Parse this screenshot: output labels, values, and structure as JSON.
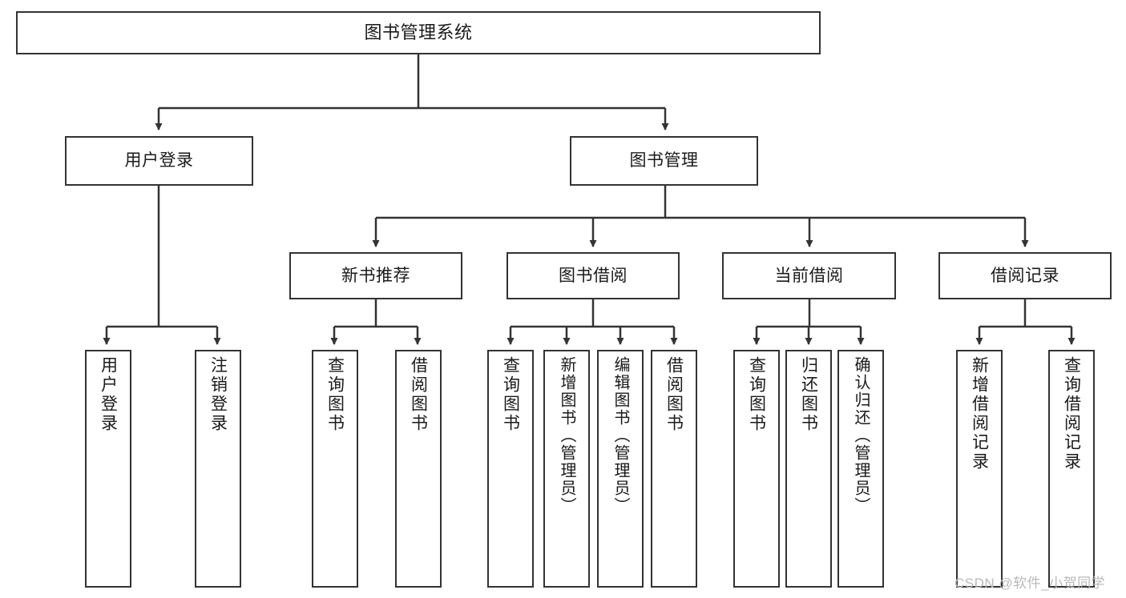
{
  "diagram": {
    "title": "图书管理系统",
    "type": "tree-hierarchy-diagram",
    "root": {
      "label": "图书管理系统"
    },
    "level2": [
      {
        "label": "用户登录"
      },
      {
        "label": "图书管理"
      }
    ],
    "level3": [
      {
        "label": "新书推荐"
      },
      {
        "label": "图书借阅"
      },
      {
        "label": "当前借阅"
      },
      {
        "label": "借阅记录"
      }
    ],
    "leaves": {
      "user_login": [
        {
          "label": "用户登录"
        },
        {
          "label": "注销登录"
        }
      ],
      "new_book_recommend": [
        {
          "label": "查询图书"
        },
        {
          "label": "借阅图书"
        }
      ],
      "book_borrow": [
        {
          "label": "查询图书"
        },
        {
          "label": "新增图书（管理员）"
        },
        {
          "label": "编辑图书（管理员）"
        },
        {
          "label": "借阅图书"
        }
      ],
      "current_borrow": [
        {
          "label": "查询图书"
        },
        {
          "label": "归还图书"
        },
        {
          "label": "确认归还（管理员）"
        }
      ],
      "borrow_record": [
        {
          "label": "新增借阅记录"
        },
        {
          "label": "查询借阅记录"
        }
      ]
    }
  },
  "watermark": {
    "text": "CSDN @软件_小贺同学"
  },
  "colors": {
    "stroke": "#333333",
    "box_fill": "#ffffff",
    "text": "#1a1a1a",
    "watermark": "#b9b9b9",
    "background": "#ffffff"
  }
}
